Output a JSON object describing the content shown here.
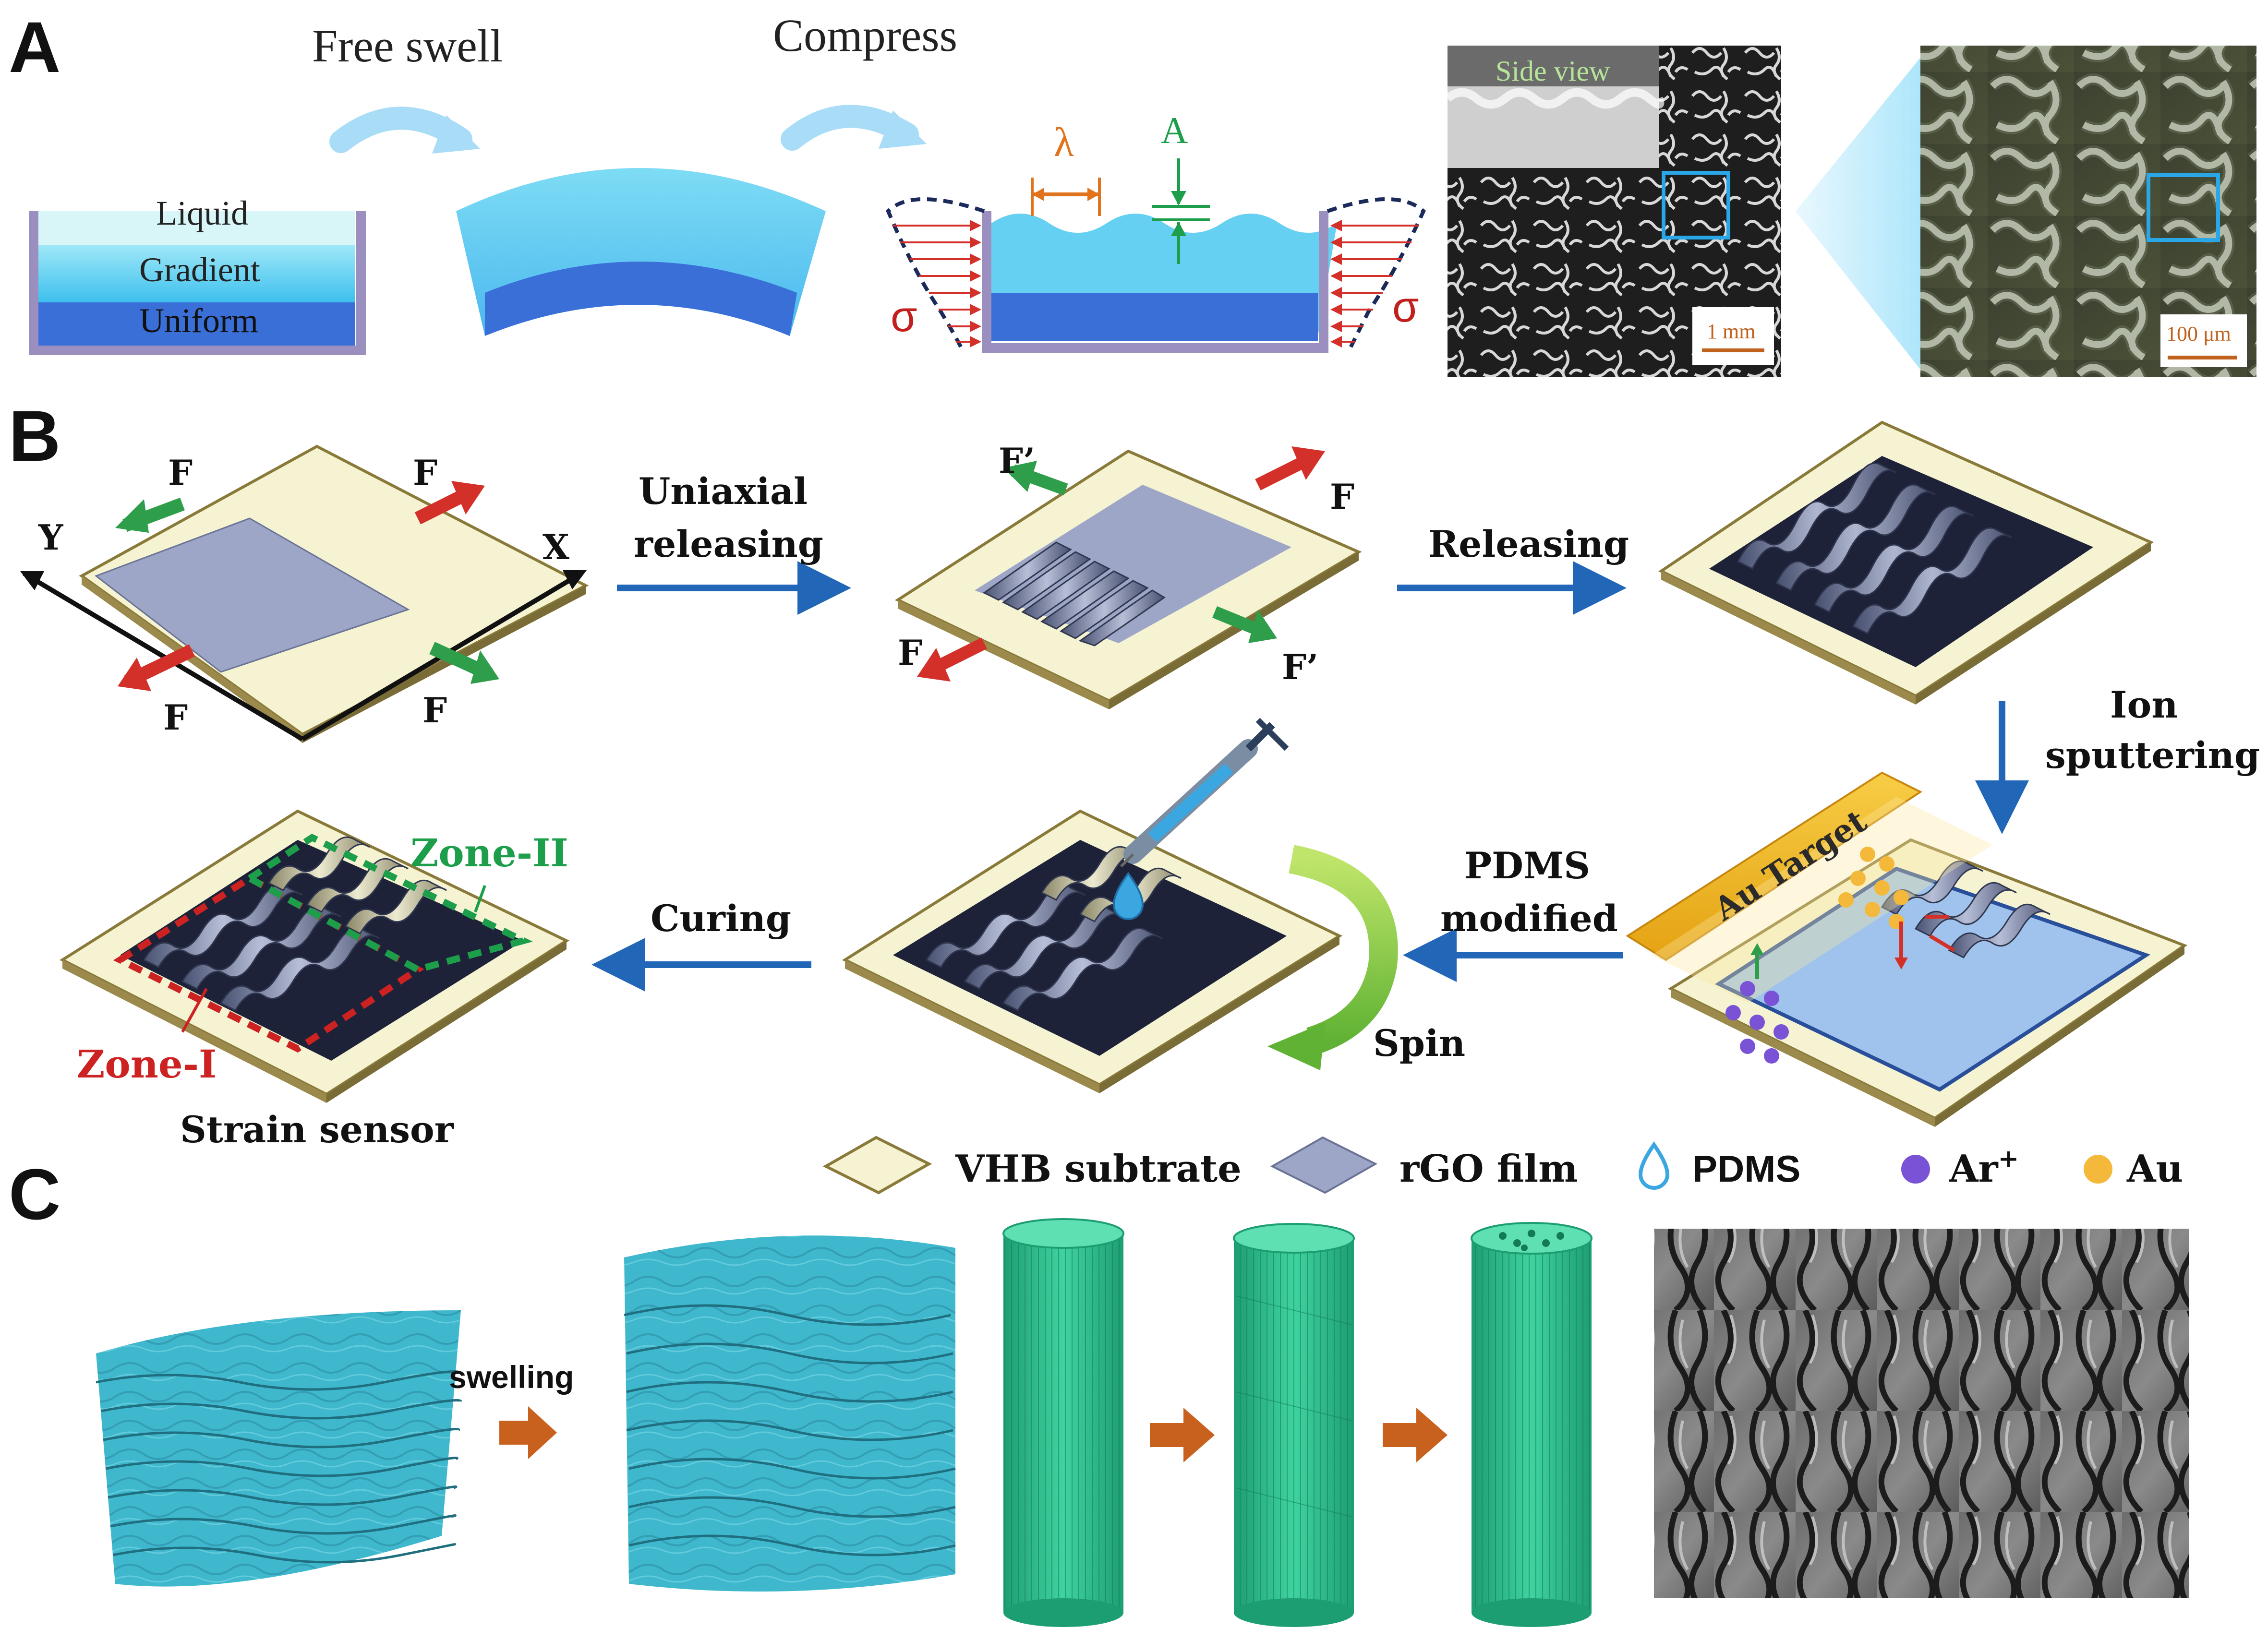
{
  "panels": {
    "a": "A",
    "b": "B",
    "c": "C"
  },
  "panel_a": {
    "free_swell": "Free swell",
    "compress": "Compress",
    "layer_liquid": "Liquid",
    "layer_gradient": "Gradient",
    "layer_uniform": "Uniform",
    "wavelength_symbol": "λ",
    "amplitude_symbol": "A",
    "stress_symbol": "σ",
    "side_view": "Side view",
    "scale_bar_1": "1 mm",
    "scale_bar_2": "100 μm"
  },
  "panel_b": {
    "force": "F",
    "force_prime": "F’",
    "axis_x": "X",
    "axis_y": "Y",
    "uniaxial_releasing": [
      "Uniaxial",
      "releasing"
    ],
    "releasing": "Releasing",
    "ion_sputtering": [
      "Ion",
      "sputtering"
    ],
    "au_target": "Au Target",
    "pdms_modified": [
      "PDMS",
      "modified"
    ],
    "spin": "Spin",
    "curing": "Curing",
    "zone_1": "Zone-I",
    "zone_2": "Zone-II",
    "strain_sensor": "Strain sensor",
    "legend": {
      "vhb": "VHB subtrate",
      "rgo": "rGO film",
      "pdms": "PDMS",
      "ar": "Ar",
      "ar_sup": "+",
      "au": "Au"
    }
  },
  "panel_c": {
    "swelling": "swelling"
  },
  "colors": {
    "liquid": "#d8f6f8",
    "gradient": "#5cc8f0",
    "uniform": "#3a6fd8",
    "substrate": "#f5f3d2",
    "rgo": "#9da6c6",
    "force_green": "#2e9e4a",
    "force_red": "#d4302a",
    "process_arrow": "#2266b8",
    "orange_arrow": "#c8611d",
    "zone1": "#cc2222",
    "zone2": "#1c9e4a",
    "sheet": "#3ab4c8",
    "cylinder": "#2ebc8a",
    "au_target": "#f2b51d",
    "ar_ion": "#7a52d6",
    "au_atom": "#f4b93a"
  }
}
